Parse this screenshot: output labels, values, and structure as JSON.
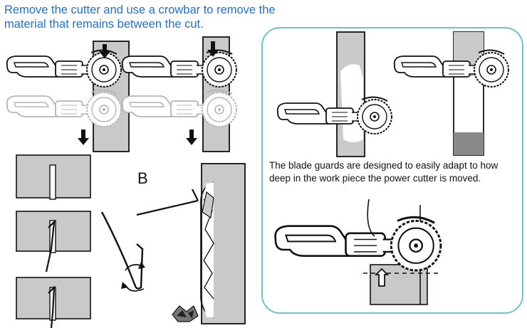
{
  "instructions": {
    "title": "Remove the cutter and use a crowbar to remove the material that remains between the cut.",
    "label_b": "B",
    "blade_guard_note": "The blade guards are designed to easily adapt to how deep in the work piece the power cutter is moved."
  },
  "colors": {
    "title_text": "#2a6fb4",
    "panel_border": "#72bfc7",
    "material_fill": "#c9c9c9",
    "line_art": "#111111"
  }
}
